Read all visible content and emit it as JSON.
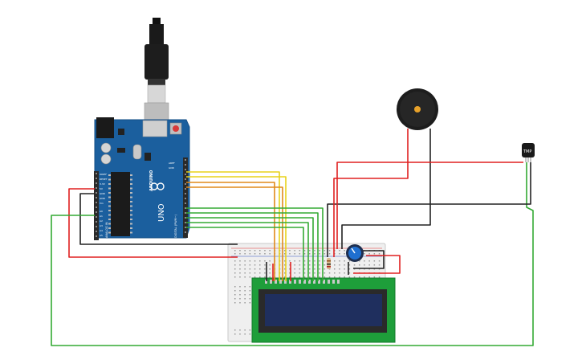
{
  "arduino": {
    "brand": "ARDUINO",
    "model": "UNO",
    "digital_label": "DIGITAL (PWM~)",
    "analog_label": "ANALOG IN",
    "aref": "AREF",
    "gnd": "GND",
    "power_pins": [
      "IOREF",
      "RESET",
      "3.3V",
      "5V",
      "GND",
      "GND",
      "Vin"
    ],
    "analog_pins": [
      "A0",
      "A1",
      "A2",
      "A3",
      "A4",
      "A5"
    ]
  },
  "sensor": {
    "label": "TMP"
  },
  "colors": {
    "board": "#1b5f9e",
    "board_edge": "#164f86",
    "wire_red": "#e02020",
    "wire_black": "#222222",
    "wire_green": "#33aa33",
    "wire_orange": "#e08a1a",
    "wire_yellow": "#e8d21a",
    "lcd_pcb": "#1e9e3a",
    "lcd_screen": "#1f2f5e",
    "breadboard": "#f2f2f2",
    "pot": "#1f6fd0"
  }
}
